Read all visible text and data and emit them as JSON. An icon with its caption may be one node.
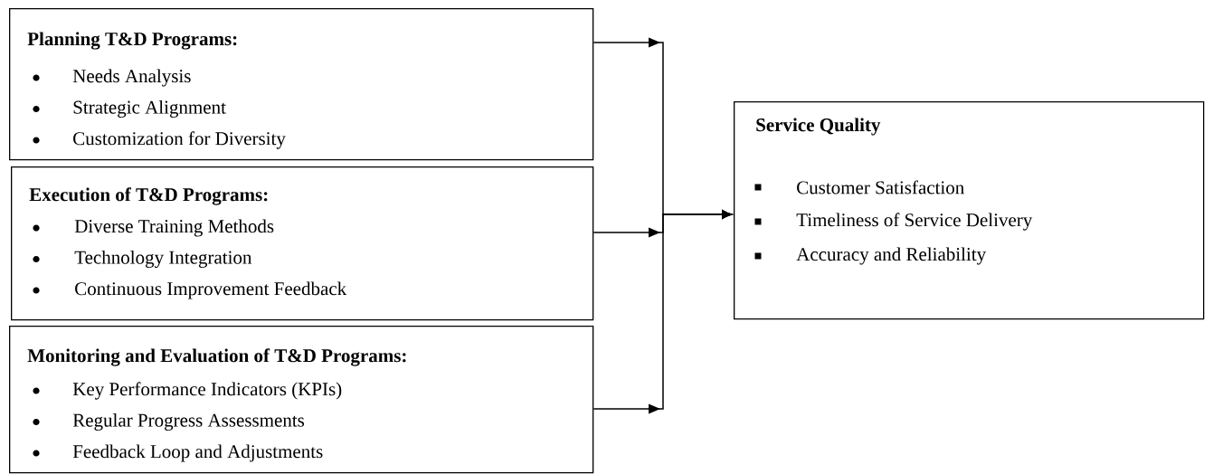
{
  "diagram": {
    "nodes": [
      {
        "text": [
          "Planning T&D Programs:",
          "Needs Analysis",
          "Strategic Alignment",
          "Customization for Diversity"
        ]
      },
      {
        "text": [
          "Execution of T&D Programs:",
          "Diverse Training Methods",
          "Technology Integration",
          "Continuous Improvement Feedback"
        ]
      },
      {
        "text": [
          "Monitoring and Evaluation of T&D Programs:",
          "Key Performance Indicators (KPIs)",
          "Regular Progress Assessments",
          "Feedback Loop and Adjustments"
        ]
      },
      {
        "text": [
          "Service Quality",
          "Customer Satisfaction",
          "Timeliness of Service Delivery",
          "Accuracy and Reliability"
        ]
      }
    ],
    "edges": [
      {
        "from": 0,
        "to": 3,
        "arrow": "to"
      },
      {
        "from": 1,
        "to": 3,
        "arrow": "to"
      },
      {
        "from": 2,
        "to": 3,
        "arrow": "to"
      }
    ]
  }
}
